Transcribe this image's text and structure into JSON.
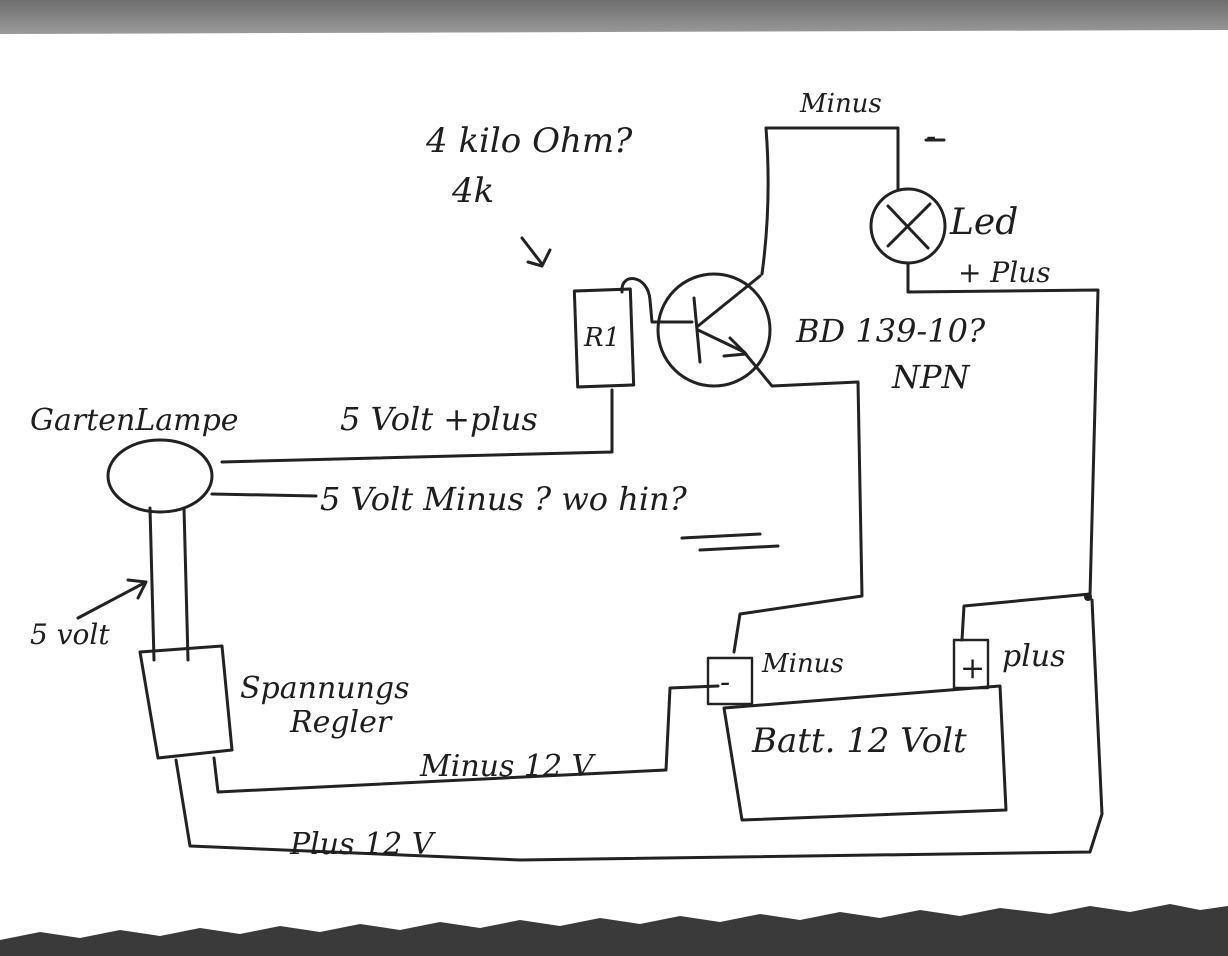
{
  "labels": {
    "minus_top": "Minus",
    "minus_sign": "-",
    "resistor_value": "4 kilo Ohm?",
    "resistor_short": "4k",
    "led": "Led",
    "led_plus": "+ Plus",
    "resistor": "R1",
    "transistor_type": "BD 139-10?",
    "transistor_kind": "NPN",
    "garden_lamp": "GartenLampe",
    "five_volt_plus": "5 Volt +plus",
    "five_volt_minus": "5 Volt Minus ? wo hin?",
    "five_volt": "5 volt",
    "regulator_line1": "Spannungs",
    "regulator_line2": "Regler",
    "battery": "Batt. 12 Volt",
    "battery_minus_terminal": "-",
    "battery_minus": "Minus",
    "battery_plus_terminal": "+",
    "battery_plus": "plus",
    "minus_12v": "Minus 12 V",
    "plus_12v": "Plus 12 V"
  },
  "colors": {
    "paper": "#ffffff",
    "ink": "#222222",
    "background": "#3a3a3a"
  }
}
